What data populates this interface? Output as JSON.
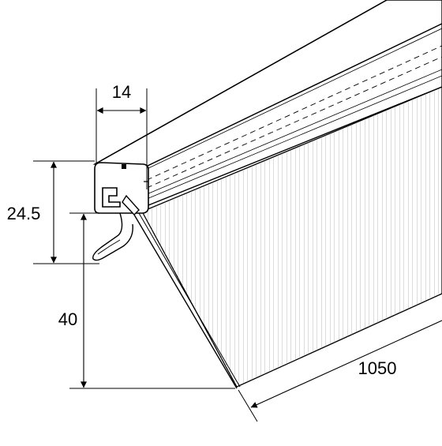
{
  "dimensions": {
    "top_width": "14",
    "frame_height": "24.5",
    "drop_height": "40",
    "length": "1050"
  },
  "colors": {
    "line": "#000000",
    "panel_fill": "#ffffff",
    "hatch": "#7a7a7a",
    "accent": "#e6e6e6"
  }
}
